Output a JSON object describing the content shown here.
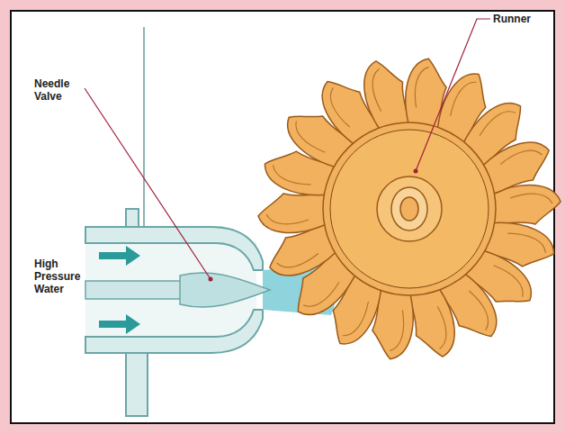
{
  "diagram": {
    "labels": [
      "Needle Valve",
      "Runner",
      "High Pressure Water"
    ]
  }
}
